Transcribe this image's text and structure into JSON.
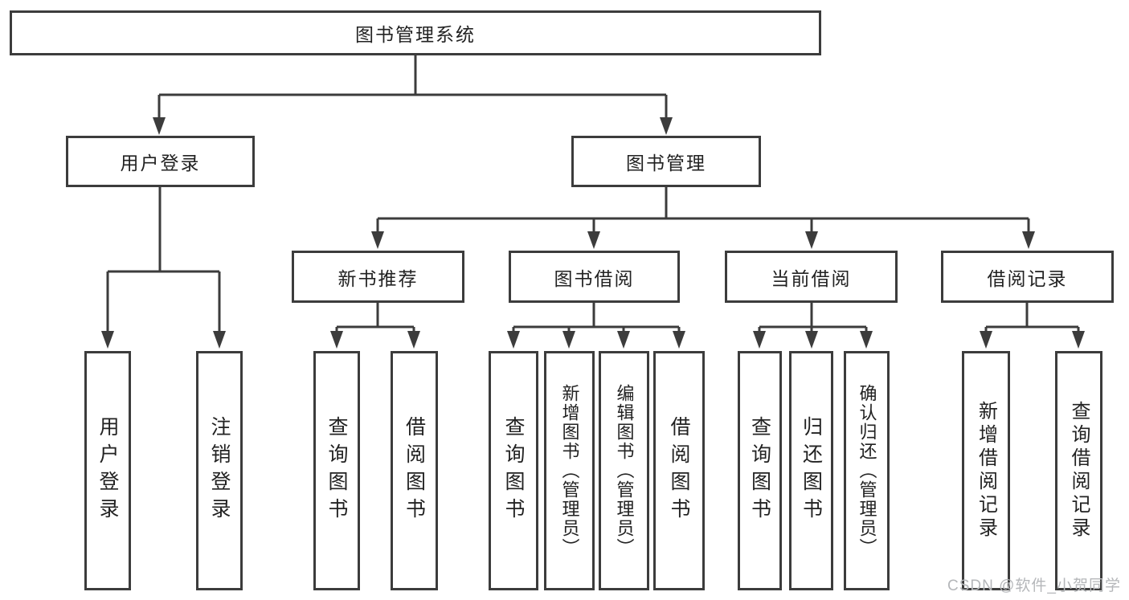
{
  "diagram": {
    "type": "tree",
    "root": {
      "label": "图书管理系统"
    },
    "children": [
      {
        "label": "用户登录",
        "children": [
          {
            "label": "用户登录"
          },
          {
            "label": "注销登录"
          }
        ]
      },
      {
        "label": "图书管理",
        "children": [
          {
            "label": "新书推荐",
            "children": [
              {
                "label": "查询图书"
              },
              {
                "label": "借阅图书"
              }
            ]
          },
          {
            "label": "图书借阅",
            "children": [
              {
                "label": "查询图书"
              },
              {
                "label": "新增图书（管理员）"
              },
              {
                "label": "编辑图书（管理员）"
              },
              {
                "label": "借阅图书"
              }
            ]
          },
          {
            "label": "当前借阅",
            "children": [
              {
                "label": "查询图书"
              },
              {
                "label": "归还图书"
              },
              {
                "label": "确认归还（管理员）"
              }
            ]
          },
          {
            "label": "借阅记录",
            "children": [
              {
                "label": "新增借阅记录"
              },
              {
                "label": "查询借阅记录"
              }
            ]
          }
        ]
      }
    ]
  },
  "watermark": {
    "text": "CSDN @软件_小贺同学"
  },
  "colors": {
    "line": "#3c3c3c",
    "text": "#222222",
    "box-bg": "#ffffff",
    "watermark": "#b5b7ba"
  }
}
